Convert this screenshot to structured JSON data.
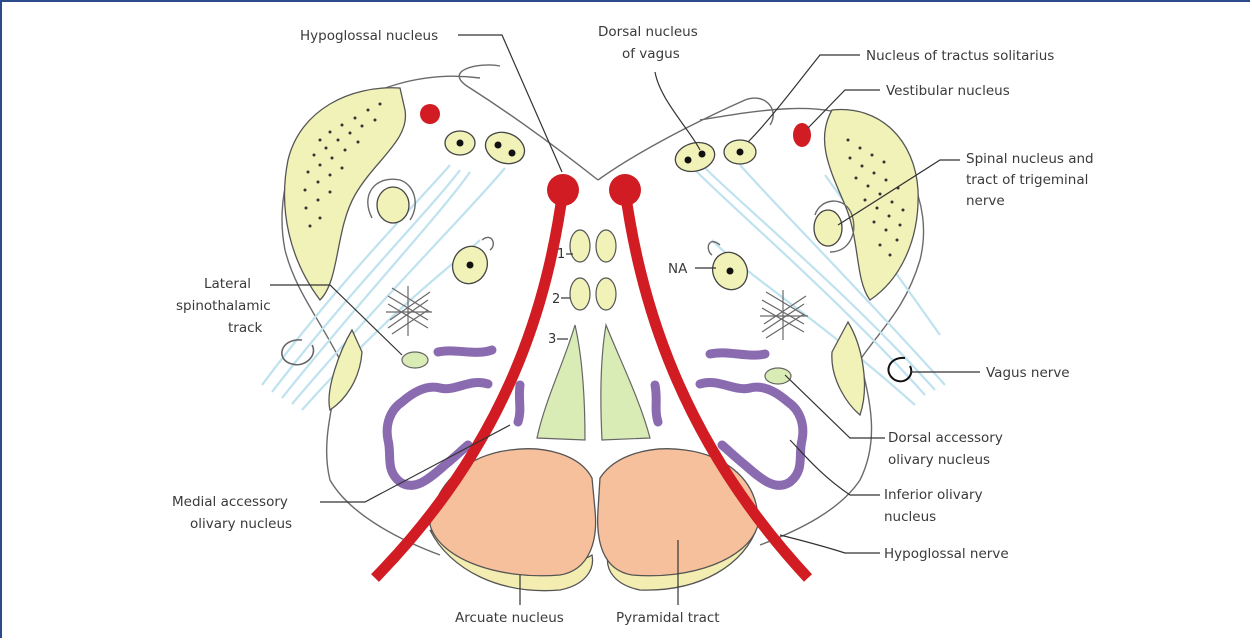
{
  "labels": {
    "hypoglossal_nucleus": "Hypoglossal nucleus",
    "dorsal_nucleus_vagus_l1": "Dorsal nucleus",
    "dorsal_nucleus_vagus_l2": "of vagus",
    "nucleus_tractus_solitarius": "Nucleus of tractus solitarius",
    "vestibular_nucleus": "Vestibular nucleus",
    "spinal_trigeminal_l1": "Spinal nucleus and",
    "spinal_trigeminal_l2": "tract of trigeminal",
    "spinal_trigeminal_l3": "nerve",
    "lateral_spinothalamic_l1": "Lateral",
    "lateral_spinothalamic_l2": "spinothalamic",
    "lateral_spinothalamic_l3": "track",
    "nucleus_ambiguus": "NA",
    "vagus_nerve": "Vagus nerve",
    "dorsal_accessory_olivary_l1": "Dorsal accessory",
    "dorsal_accessory_olivary_l2": "olivary nucleus",
    "inferior_olivary_l1": "Inferior olivary",
    "inferior_olivary_l2": "nucleus",
    "medial_accessory_olivary_l1": "Medial accessory",
    "medial_accessory_olivary_l2": "olivary nucleus",
    "hypoglossal_nerve": "Hypoglossal nerve",
    "arcuate_nucleus": "Arcuate nucleus",
    "pyramidal_tract": "Pyramidal tract",
    "num_1": "1",
    "num_2": "2",
    "num_3": "3"
  },
  "colors": {
    "hypoglossal_red": "#d01c22",
    "nucleus_yellow": "#f1f2b8",
    "olive_purple": "#8a6bb0",
    "pyramid_peach": "#f7c09d",
    "nerve_fibers_blue": "#bfe2ef",
    "frame_blue": "#2d4a8a"
  }
}
